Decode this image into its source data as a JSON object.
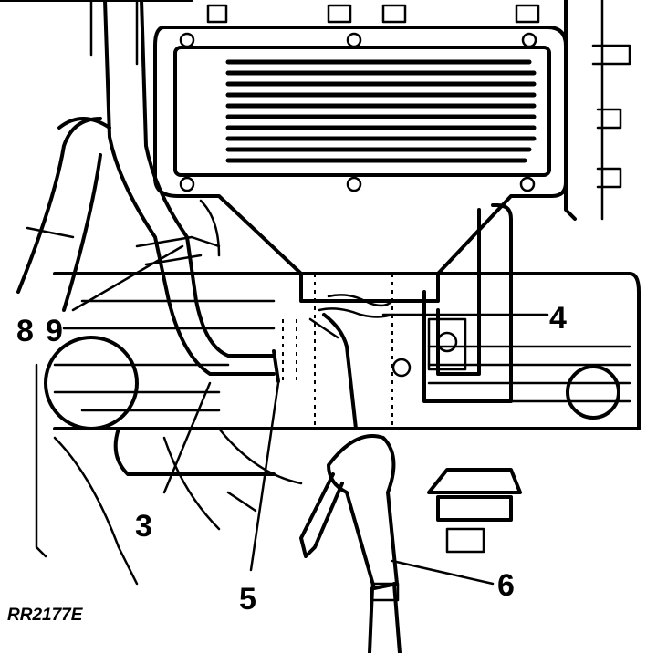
{
  "callouts": {
    "c3": "3",
    "c4": "4",
    "c5": "5",
    "c6": "6",
    "c8": "8",
    "c9": "9"
  },
  "reference_code": "RR2177E",
  "colors": {
    "ink": "#000000",
    "paper": "#ffffff"
  }
}
